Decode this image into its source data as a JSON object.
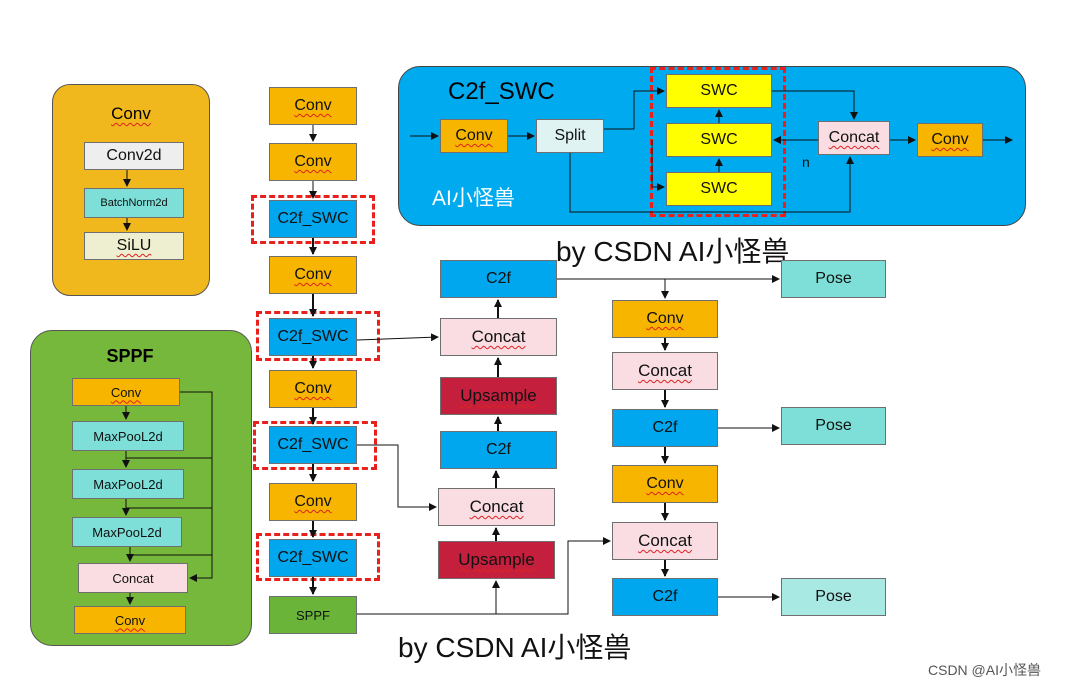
{
  "conv_panel": {
    "title": "Conv",
    "items": [
      "Conv2d",
      "BatchNorm2d",
      "SiLU"
    ]
  },
  "sppf_panel": {
    "title": "SPPF",
    "items": [
      "Conv",
      "MaxPooL2d",
      "MaxPooL2d",
      "MaxPooL2d",
      "Concat",
      "Conv"
    ]
  },
  "c2f_swc_panel": {
    "title": "C2f_SWC",
    "watermark": "AI小怪兽",
    "conv_in": "Conv",
    "split": "Split",
    "swc": [
      "SWC",
      "SWC",
      "SWC"
    ],
    "n_label": "n",
    "concat": "Concat",
    "conv_out": "Conv"
  },
  "backbone": [
    "Conv",
    "Conv",
    "C2f_SWC",
    "Conv",
    "C2f_SWC",
    "Conv",
    "C2f_SWC",
    "Conv",
    "C2f_SWC",
    "SPPF"
  ],
  "neck_left": [
    "C2f",
    "Concat",
    "Upsample",
    "C2f",
    "Concat",
    "Upsample"
  ],
  "neck_right": [
    "Conv",
    "Concat",
    "C2f",
    "Conv",
    "Concat",
    "C2f"
  ],
  "pose": [
    "Pose",
    "Pose",
    "Pose"
  ],
  "captions": {
    "top": "by CSDN AI小怪兽",
    "bottom": "by CSDN AI小怪兽",
    "corner": "CSDN @AI小怪兽"
  },
  "colors": {
    "orange": "#f7b500",
    "blue": "#00a6ee",
    "pink": "#f9dde2",
    "red": "#c4203d",
    "teal": "#7ddfd7",
    "yellow": "#ffff00",
    "green": "#6ab539",
    "dashed_outline": "#e8211d"
  }
}
